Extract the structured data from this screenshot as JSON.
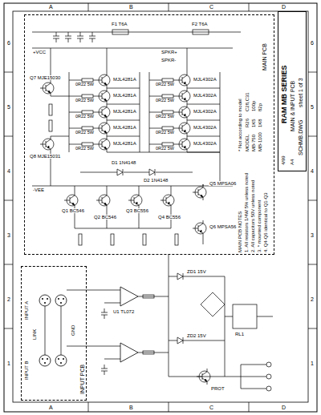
{
  "diagram": {
    "nodes": [
      {
        "text": [
          "MAIN PCB"
        ]
      },
      {
        "text": [
          "INPUT PCB"
        ]
      },
      {
        "text": [
          "RAM MB SERIES",
          "MAIN & INPUT PCB",
          "SCHMB.DWG",
          "sheet 1 of 3",
          "4/99",
          "A4"
        ]
      }
    ],
    "labels": [
      "A",
      "B",
      "C",
      "D",
      "A",
      "B",
      "C",
      "D",
      "6",
      "5",
      "4",
      "3",
      "2",
      "1",
      "6",
      "5",
      "4",
      "3",
      "2",
      "1",
      "MJL4281A",
      "MJL4281A",
      "MJL4281A",
      "MJL4281A",
      "MJL4281A",
      "MJL4302A",
      "MJL4302A",
      "MJL4302A",
      "MJL4302A",
      "MJL4302A",
      "0R22 5W",
      "0R22 5W",
      "0R22 5W",
      "0R22 5W",
      "0R22 5W",
      "0R22 5W",
      "0R22 5W",
      "0R22 5W",
      "0R22 5W",
      "0R22 5W",
      "MAIN PCB NOTES",
      "1. All resistors 1/4W 5% unless noted",
      "2. All capacitors 50V unless noted",
      "3. * mounted component",
      "4. Q4-Q6 identical to Q1-Q3",
      "* Not according to model",
      "MODEL",
      "R26",
      "C28,C31",
      "MB-750",
      "1K5",
      "100p",
      "MB-1100",
      "1K8",
      "82p",
      "Q7 MJE15030",
      "Q8 MJE15031",
      "Q1 BC546",
      "Q2 BC546",
      "Q3 BC556",
      "Q4 BC556",
      "Q5 MPSA06",
      "Q6 MPSA56",
      "D1 1N4148",
      "D2 1N4148",
      "U1 TL072",
      "RL1",
      "F1 T6A",
      "F2 T6A",
      "+VCC",
      "-VEE",
      "SPKR+",
      "SPKR-",
      "INPUT A",
      "INPUT B",
      "GND",
      "ZD1 15V",
      "ZD2 15V",
      "PROT",
      "LINK"
    ]
  }
}
